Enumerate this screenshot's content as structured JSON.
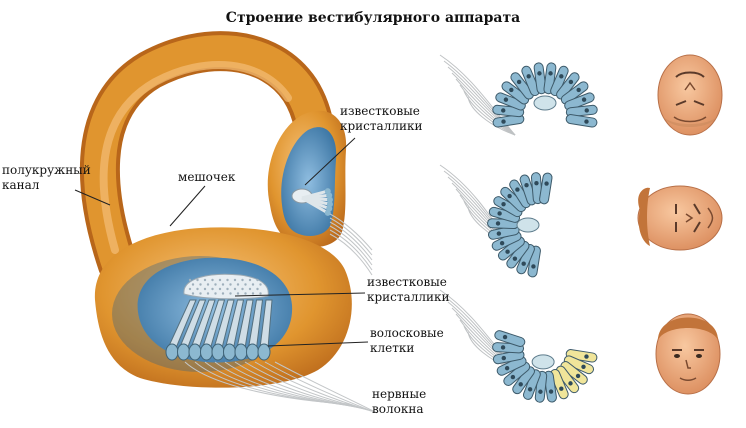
{
  "title": "Строение вестибулярного аппарата",
  "labels": {
    "semicircular_canal": [
      "полукружный",
      "канал"
    ],
    "sac": "мешочек",
    "crystals_top": [
      "известковые",
      "кристаллики"
    ],
    "crystals_bottom": [
      "известковые",
      "кристаллики"
    ],
    "hair_cells": [
      "волосковые",
      "клетки"
    ],
    "nerve_fibers": [
      "нервные",
      "волокна"
    ]
  },
  "colors": {
    "canal_orange": "#e0952f",
    "canal_dark": "#b8661a",
    "endolymph_blue": "#4f86b4",
    "cell_blue": "#8cb8d0",
    "cell_yellow": "#f0e59a",
    "skin": "#f0a878",
    "nerve_gray": "#bfc2c4"
  },
  "heads": [
    "head-inverted",
    "head-tilted",
    "head-upright"
  ]
}
